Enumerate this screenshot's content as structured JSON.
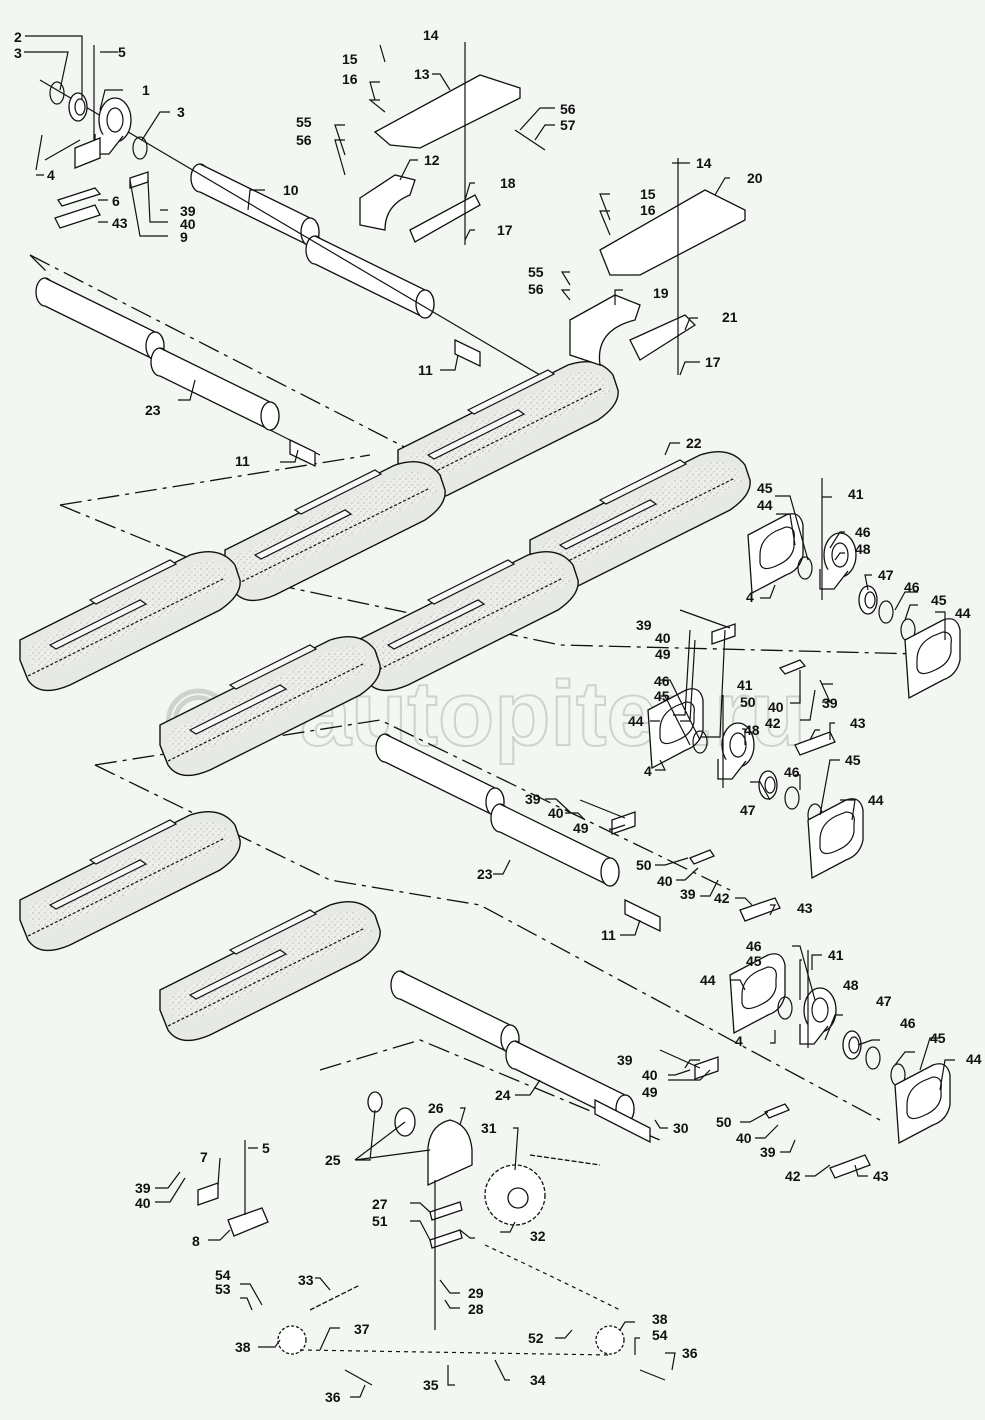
{
  "diagram": {
    "type": "exploded-parts-diagram",
    "subject": "conveyor belt assembly with rollers, bearings, housings and chain drive",
    "watermark": "autopiter.ru",
    "callouts": [
      {
        "id": "c2",
        "text": "2"
      },
      {
        "id": "c3a",
        "text": "3"
      },
      {
        "id": "c5a",
        "text": "5"
      },
      {
        "id": "c1",
        "text": "1"
      },
      {
        "id": "c3b",
        "text": "3"
      },
      {
        "id": "c4a",
        "text": "4"
      },
      {
        "id": "c6",
        "text": "6"
      },
      {
        "id": "c43a",
        "text": "43"
      },
      {
        "id": "c39a",
        "text": "39"
      },
      {
        "id": "c40a",
        "text": "40"
      },
      {
        "id": "c9",
        "text": "9"
      },
      {
        "id": "c10",
        "text": "10"
      },
      {
        "id": "c14a",
        "text": "14"
      },
      {
        "id": "c15a",
        "text": "15"
      },
      {
        "id": "c16a",
        "text": "16"
      },
      {
        "id": "c13",
        "text": "13"
      },
      {
        "id": "c55a",
        "text": "55"
      },
      {
        "id": "c56a",
        "text": "56"
      },
      {
        "id": "c12",
        "text": "12"
      },
      {
        "id": "c18",
        "text": "18"
      },
      {
        "id": "c17a",
        "text": "17"
      },
      {
        "id": "c56b",
        "text": "56"
      },
      {
        "id": "c57",
        "text": "57"
      },
      {
        "id": "c14b",
        "text": "14"
      },
      {
        "id": "c20",
        "text": "20"
      },
      {
        "id": "c15b",
        "text": "15"
      },
      {
        "id": "c16b",
        "text": "16"
      },
      {
        "id": "c55b",
        "text": "55"
      },
      {
        "id": "c56c",
        "text": "56"
      },
      {
        "id": "c19",
        "text": "19"
      },
      {
        "id": "c21",
        "text": "21"
      },
      {
        "id": "c17b",
        "text": "17"
      },
      {
        "id": "c11a",
        "text": "11"
      },
      {
        "id": "c23a",
        "text": "23"
      },
      {
        "id": "c11b",
        "text": "11"
      },
      {
        "id": "c22",
        "text": "22"
      },
      {
        "id": "c45a",
        "text": "45"
      },
      {
        "id": "c44a",
        "text": "44"
      },
      {
        "id": "c41a",
        "text": "41"
      },
      {
        "id": "c46a",
        "text": "46"
      },
      {
        "id": "c48a",
        "text": "48"
      },
      {
        "id": "c47a",
        "text": "47"
      },
      {
        "id": "c46b",
        "text": "46"
      },
      {
        "id": "c45b",
        "text": "45"
      },
      {
        "id": "c44b",
        "text": "44"
      },
      {
        "id": "c4b",
        "text": "4"
      },
      {
        "id": "c39b",
        "text": "39"
      },
      {
        "id": "c40b",
        "text": "40"
      },
      {
        "id": "c49a",
        "text": "49"
      },
      {
        "id": "c41b",
        "text": "41"
      },
      {
        "id": "c50a",
        "text": "50"
      },
      {
        "id": "c39c",
        "text": "39"
      },
      {
        "id": "c42a",
        "text": "42"
      },
      {
        "id": "c40c",
        "text": "40"
      },
      {
        "id": "c43b",
        "text": "43"
      },
      {
        "id": "c46c",
        "text": "46"
      },
      {
        "id": "c45c",
        "text": "45"
      },
      {
        "id": "c44c",
        "text": "44"
      },
      {
        "id": "c48b",
        "text": "48"
      },
      {
        "id": "c4c",
        "text": "4"
      },
      {
        "id": "c47b",
        "text": "47"
      },
      {
        "id": "c46d",
        "text": "46"
      },
      {
        "id": "c45d",
        "text": "45"
      },
      {
        "id": "c44d",
        "text": "44"
      },
      {
        "id": "c39d",
        "text": "39"
      },
      {
        "id": "c40d",
        "text": "40"
      },
      {
        "id": "c49b",
        "text": "49"
      },
      {
        "id": "c23b",
        "text": "23"
      },
      {
        "id": "c50b",
        "text": "50"
      },
      {
        "id": "c40e",
        "text": "40"
      },
      {
        "id": "c39e",
        "text": "39"
      },
      {
        "id": "c42b",
        "text": "42"
      },
      {
        "id": "c43c",
        "text": "43"
      },
      {
        "id": "c11c",
        "text": "11"
      },
      {
        "id": "c46e",
        "text": "46"
      },
      {
        "id": "c41c",
        "text": "41"
      },
      {
        "id": "c45e",
        "text": "45"
      },
      {
        "id": "c44e",
        "text": "44"
      },
      {
        "id": "c48c",
        "text": "48"
      },
      {
        "id": "c47c",
        "text": "47"
      },
      {
        "id": "c4d",
        "text": "4"
      },
      {
        "id": "c46f",
        "text": "46"
      },
      {
        "id": "c45f",
        "text": "45"
      },
      {
        "id": "c44f",
        "text": "44"
      },
      {
        "id": "c39f",
        "text": "39"
      },
      {
        "id": "c40f",
        "text": "40"
      },
      {
        "id": "c49c",
        "text": "49"
      },
      {
        "id": "c24",
        "text": "24"
      },
      {
        "id": "c30",
        "text": "30"
      },
      {
        "id": "c50c",
        "text": "50"
      },
      {
        "id": "c40g",
        "text": "40"
      },
      {
        "id": "c39g",
        "text": "39"
      },
      {
        "id": "c42c",
        "text": "42"
      },
      {
        "id": "c43d",
        "text": "43"
      },
      {
        "id": "c26",
        "text": "26"
      },
      {
        "id": "c25",
        "text": "25"
      },
      {
        "id": "c31",
        "text": "31"
      },
      {
        "id": "c5b",
        "text": "5"
      },
      {
        "id": "c7",
        "text": "7"
      },
      {
        "id": "c39h",
        "text": "39"
      },
      {
        "id": "c40h",
        "text": "40"
      },
      {
        "id": "c8",
        "text": "8"
      },
      {
        "id": "c27",
        "text": "27"
      },
      {
        "id": "c51",
        "text": "51"
      },
      {
        "id": "c32",
        "text": "32"
      },
      {
        "id": "c33",
        "text": "33"
      },
      {
        "id": "c54a",
        "text": "54"
      },
      {
        "id": "c53",
        "text": "53"
      },
      {
        "id": "c29",
        "text": "29"
      },
      {
        "id": "c28",
        "text": "28"
      },
      {
        "id": "c38a",
        "text": "38"
      },
      {
        "id": "c37",
        "text": "37"
      },
      {
        "id": "c52",
        "text": "52"
      },
      {
        "id": "c38b",
        "text": "38"
      },
      {
        "id": "c54b",
        "text": "54"
      },
      {
        "id": "c36a",
        "text": "36"
      },
      {
        "id": "c35",
        "text": "35"
      },
      {
        "id": "c34",
        "text": "34"
      },
      {
        "id": "c36b",
        "text": "36"
      }
    ]
  }
}
